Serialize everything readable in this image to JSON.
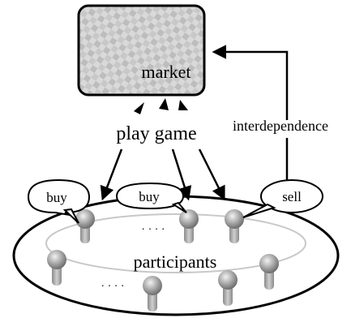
{
  "market": {
    "label": "market"
  },
  "play_game": {
    "label": "play game"
  },
  "interdependence": {
    "label": "interdependence"
  },
  "participants": {
    "label": "participants"
  },
  "bubbles": [
    {
      "text": "buy"
    },
    {
      "text": "buy"
    },
    {
      "text": "sell"
    }
  ],
  "ellipsis": "· · · ·"
}
